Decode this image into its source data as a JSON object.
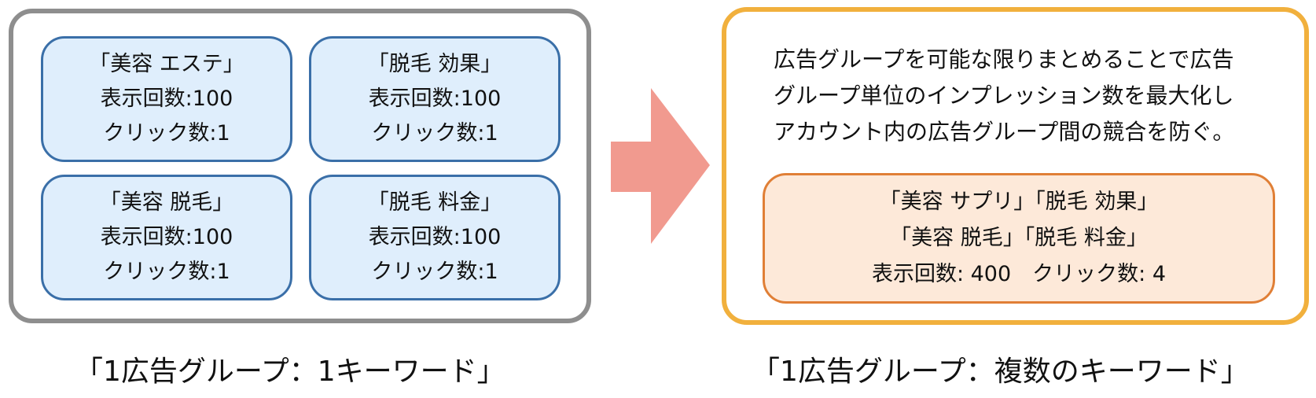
{
  "colors": {
    "left_border": "#8e8e8e",
    "keyword_card_border": "#3a6fa8",
    "keyword_card_fill": "#dfeefc",
    "arrow": "#f19a8f",
    "right_border": "#f1b03d",
    "merged_card_border": "#e07f36",
    "merged_card_fill": "#fde9d9"
  },
  "left": {
    "cards": [
      {
        "keyword": "「美容 エステ」",
        "impressions": "表示回数:100",
        "clicks": "クリック数:1"
      },
      {
        "keyword": "「脱毛 効果」",
        "impressions": "表示回数:100",
        "clicks": "クリック数:1"
      },
      {
        "keyword": "「美容 脱毛」",
        "impressions": "表示回数:100",
        "clicks": "クリック数:1"
      },
      {
        "keyword": "「脱毛 料金」",
        "impressions": "表示回数:100",
        "clicks": "クリック数:1"
      }
    ],
    "caption": "「1広告グループ：1キーワード」"
  },
  "arrow": {
    "icon": "right-arrow-icon"
  },
  "right": {
    "description": [
      "広告グループを可能な限りまとめることで広告",
      "グループ単位のインプレッション数を最大化し",
      "アカウント内の広告グループ間の競合を防ぐ。"
    ],
    "merged": {
      "line1": "「美容 サプリ」「脱毛 効果」",
      "line2": "「美容 脱毛」「脱毛 料金」",
      "stats": "表示回数: 400　クリック数: 4"
    },
    "caption": "「1広告グループ：複数のキーワード」"
  }
}
